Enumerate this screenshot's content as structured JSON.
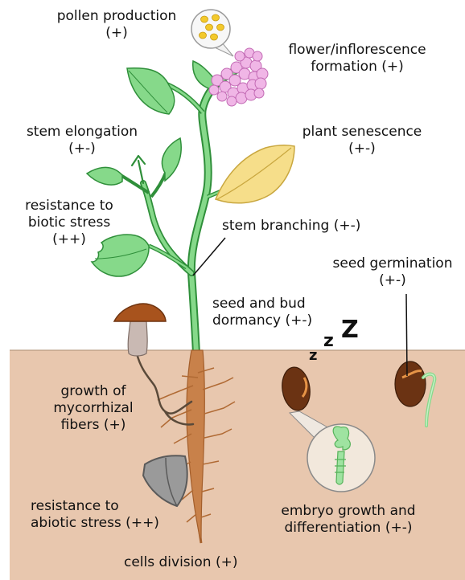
{
  "labels": {
    "pollen": [
      "pollen production",
      "(+)"
    ],
    "flower": [
      "flower/inflorescence",
      "formation (+)"
    ],
    "stem_elongation": [
      "stem elongation",
      "(+-)"
    ],
    "senescence": [
      "plant senescence",
      "(+-)"
    ],
    "biotic": [
      "resistance to",
      "biotic stress",
      "(++)"
    ],
    "branching": [
      "stem branching (+-)"
    ],
    "germination": [
      "seed germination",
      "(+-)"
    ],
    "dormancy": [
      "seed and bud",
      "dormancy (+-)"
    ],
    "mycorrhizal": [
      "growth of",
      "mycorrhizal",
      "fibers (+)"
    ],
    "abiotic": [
      "resistance to",
      "abiotic stress (++)"
    ],
    "embryo": [
      "embryo growth and",
      "differentiation (+-)"
    ],
    "cells": [
      "cells division (+)"
    ],
    "sleep": [
      "z",
      "z",
      "Z"
    ]
  },
  "colors": {
    "soil": "#e8c7ae",
    "leaf_green": "#86d98a",
    "leaf_edge": "#2f8f3a",
    "senescent_leaf": "#f6de8a",
    "flower_pink": "#f0b6e6",
    "pollen_yellow": "#f3c92b",
    "root": "#c8814a",
    "mushroom_cap": "#a8531d",
    "shield": "#9a9a9a",
    "seed": "#6b3313"
  }
}
